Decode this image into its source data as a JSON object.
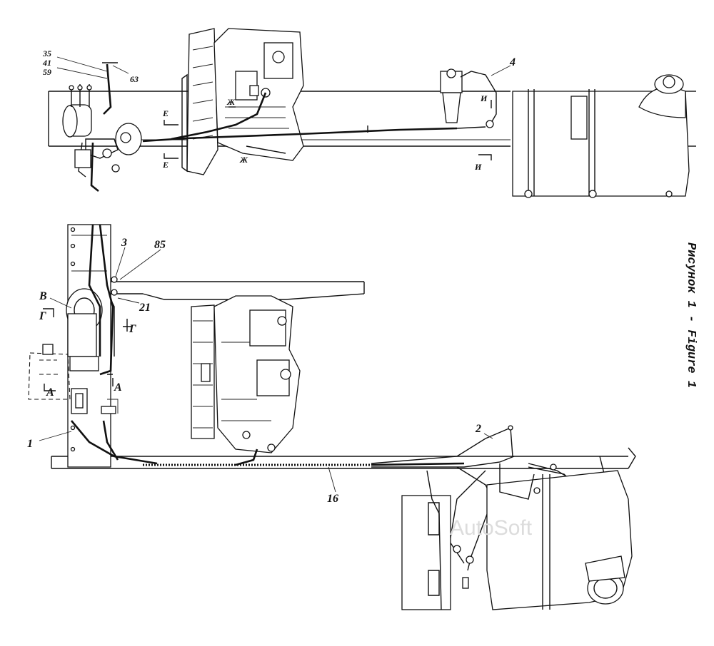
{
  "figure": {
    "caption": "Рисунок 1 - Figure 1",
    "watermark": "AutoSoft"
  },
  "top_view": {
    "callouts": [
      {
        "id": "c35",
        "text": "35"
      },
      {
        "id": "c41",
        "text": "41"
      },
      {
        "id": "c59",
        "text": "59"
      },
      {
        "id": "c63",
        "text": "63"
      },
      {
        "id": "c4",
        "text": "4"
      }
    ],
    "section_marks": [
      {
        "id": "e1",
        "text": "Е"
      },
      {
        "id": "e2",
        "text": "Е"
      },
      {
        "id": "zh1",
        "text": "Ж"
      },
      {
        "id": "zh2",
        "text": "Ж"
      },
      {
        "id": "i1",
        "text": "И"
      },
      {
        "id": "i2",
        "text": "И"
      }
    ]
  },
  "bottom_view": {
    "callouts": [
      {
        "id": "c3",
        "text": "3"
      },
      {
        "id": "c85",
        "text": "85"
      },
      {
        "id": "c21",
        "text": "21"
      },
      {
        "id": "c1",
        "text": "1"
      },
      {
        "id": "c16",
        "text": "16"
      },
      {
        "id": "c2",
        "text": "2"
      }
    ],
    "section_marks": [
      {
        "id": "v",
        "text": "В"
      },
      {
        "id": "g1",
        "text": "Г"
      },
      {
        "id": "g2",
        "text": "Г"
      },
      {
        "id": "a1",
        "text": "А"
      },
      {
        "id": "a2",
        "text": "А"
      }
    ]
  }
}
